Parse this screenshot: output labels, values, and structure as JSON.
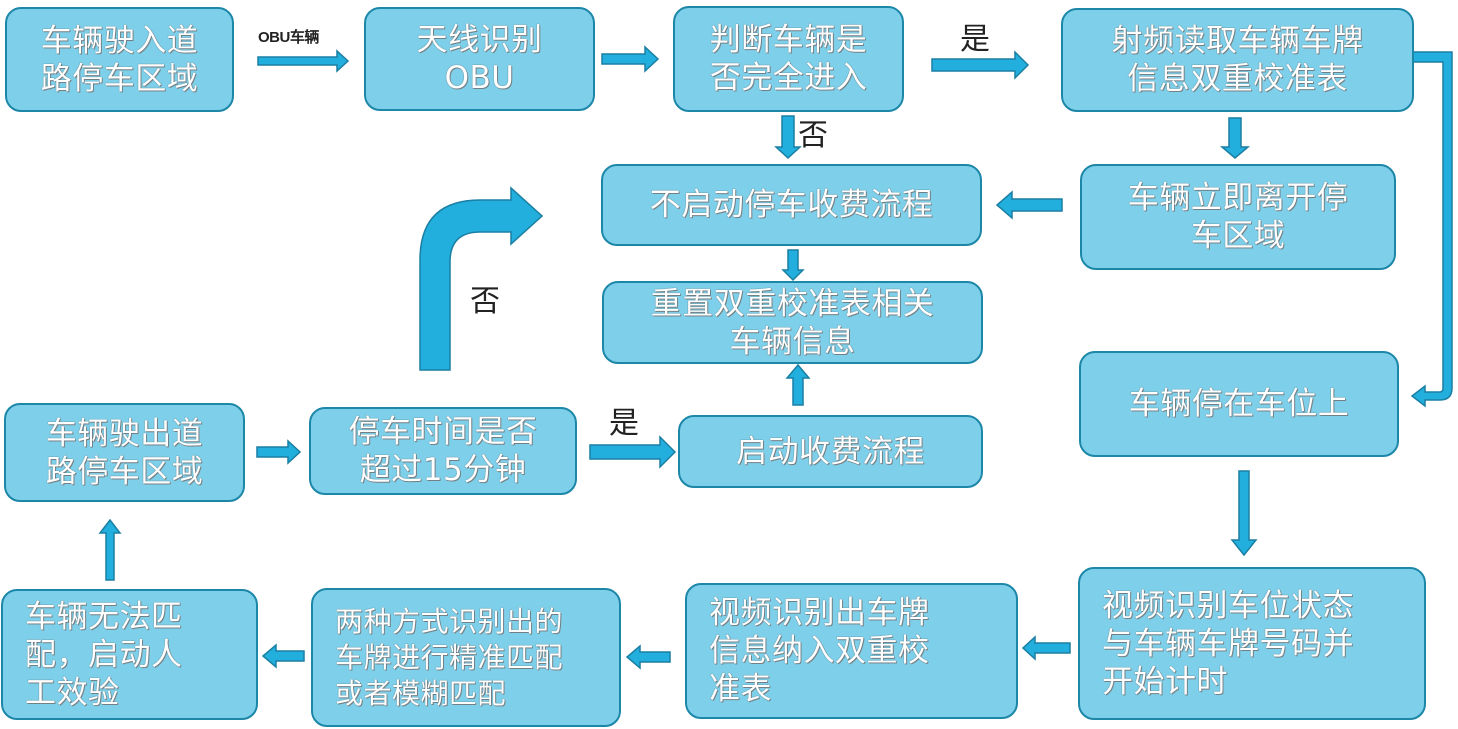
{
  "colors": {
    "box_fill": "#7dcfea",
    "box_border": "#1d87a8",
    "arrow_fill": "#23afdd",
    "arrow_stroke": "#1a7fa3"
  },
  "nodes": {
    "enter_area": "车辆驶入道\n路停车区域",
    "antenna": "天线识别\nOBU",
    "check_fully_in": "判断车辆是\n否完全进入",
    "rf_read": "射频读取车辆车牌\n信息双重校准表",
    "leave_immediately": "车辆立即离开停\n车区域",
    "no_charge": "不启动停车收费流程",
    "reset_table": "重置双重校准表相关\n车辆信息",
    "parked": "车辆停在车位上",
    "start_charge": "启动收费流程",
    "exit_area": "车辆驶出道\n路停车区域",
    "over_15min": "停车时间是否\n超过15分钟",
    "video_status": "视频识别车位状态\n与车辆车牌号码并\n开始计时",
    "video_plate": "视频识别出车牌\n信息纳入双重校\n准表",
    "match": "两种方式识别出的\n车牌进行精准匹配\n或者模糊匹配",
    "manual_check": "车辆无法匹\n配，启动人\n工效验"
  },
  "labels": {
    "obu_vehicle": "OBU车辆",
    "yes_top": "是",
    "no_top": "否",
    "no_left": "否",
    "yes_mid": "是"
  }
}
